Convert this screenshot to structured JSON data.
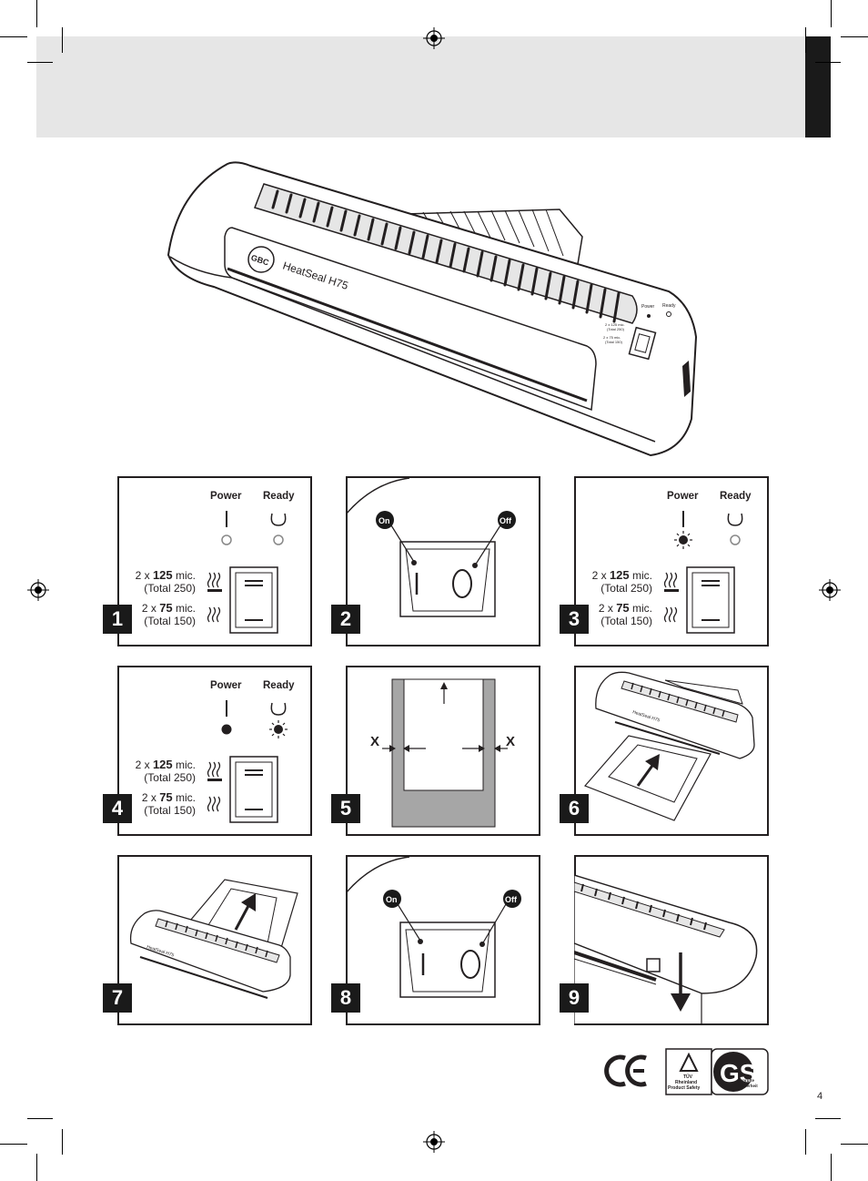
{
  "device": {
    "brand_logo": "GBC",
    "model_name": "HeatSeal H75",
    "small_power_label": "Power",
    "small_ready_label": "Ready",
    "small_spec_line1": "2 x 125 mic.",
    "small_spec_line1b": "(Total 250)",
    "small_spec_line2": "2 x 75 mic.",
    "small_spec_line2b": "(Total 150)"
  },
  "panels": {
    "p1": {
      "number": "1",
      "power_label": "Power",
      "ready_label": "Ready"
    },
    "p2": {
      "number": "2",
      "on_label": "On",
      "off_label": "Off"
    },
    "p3": {
      "number": "3",
      "power_label": "Power",
      "ready_label": "Ready"
    },
    "p4": {
      "number": "4",
      "power_label": "Power",
      "ready_label": "Ready"
    },
    "p5": {
      "number": "5",
      "margin_left_label": "X",
      "margin_right_label": "X"
    },
    "p6": {
      "number": "6",
      "model_name": "HeatSeal H75"
    },
    "p7": {
      "number": "7",
      "model_name": "HeatSeal H75"
    },
    "p8": {
      "number": "8",
      "on_label": "On",
      "off_label": "Off"
    },
    "p9": {
      "number": "9"
    }
  },
  "spec": {
    "prefix": "2 x ",
    "thick_value": "125",
    "thick_suffix": " mic.",
    "thick_total": "(Total 250)",
    "thin_value": "75",
    "thin_suffix": " mic.",
    "thin_total": "(Total 150)"
  },
  "certifications": {
    "ce_mark": "CE",
    "tuv_line1": "TÜV",
    "tuv_line2": "Rheinland",
    "tuv_line3": "Product Safety",
    "gs_mark": "GS",
    "gs_line1": "geprüfte",
    "gs_line2": "Sicherheit"
  },
  "page_number": "4",
  "colors": {
    "band": "#e6e6e6",
    "dark": "#1a1a1a",
    "stroke": "#231f20",
    "gray_fill": "#a6a6a6"
  },
  "icons": [
    "registration-mark-icon",
    "heat-wave-icon",
    "power-led-icon",
    "ready-led-icon",
    "arrow-up-icon",
    "arrow-down-icon"
  ]
}
